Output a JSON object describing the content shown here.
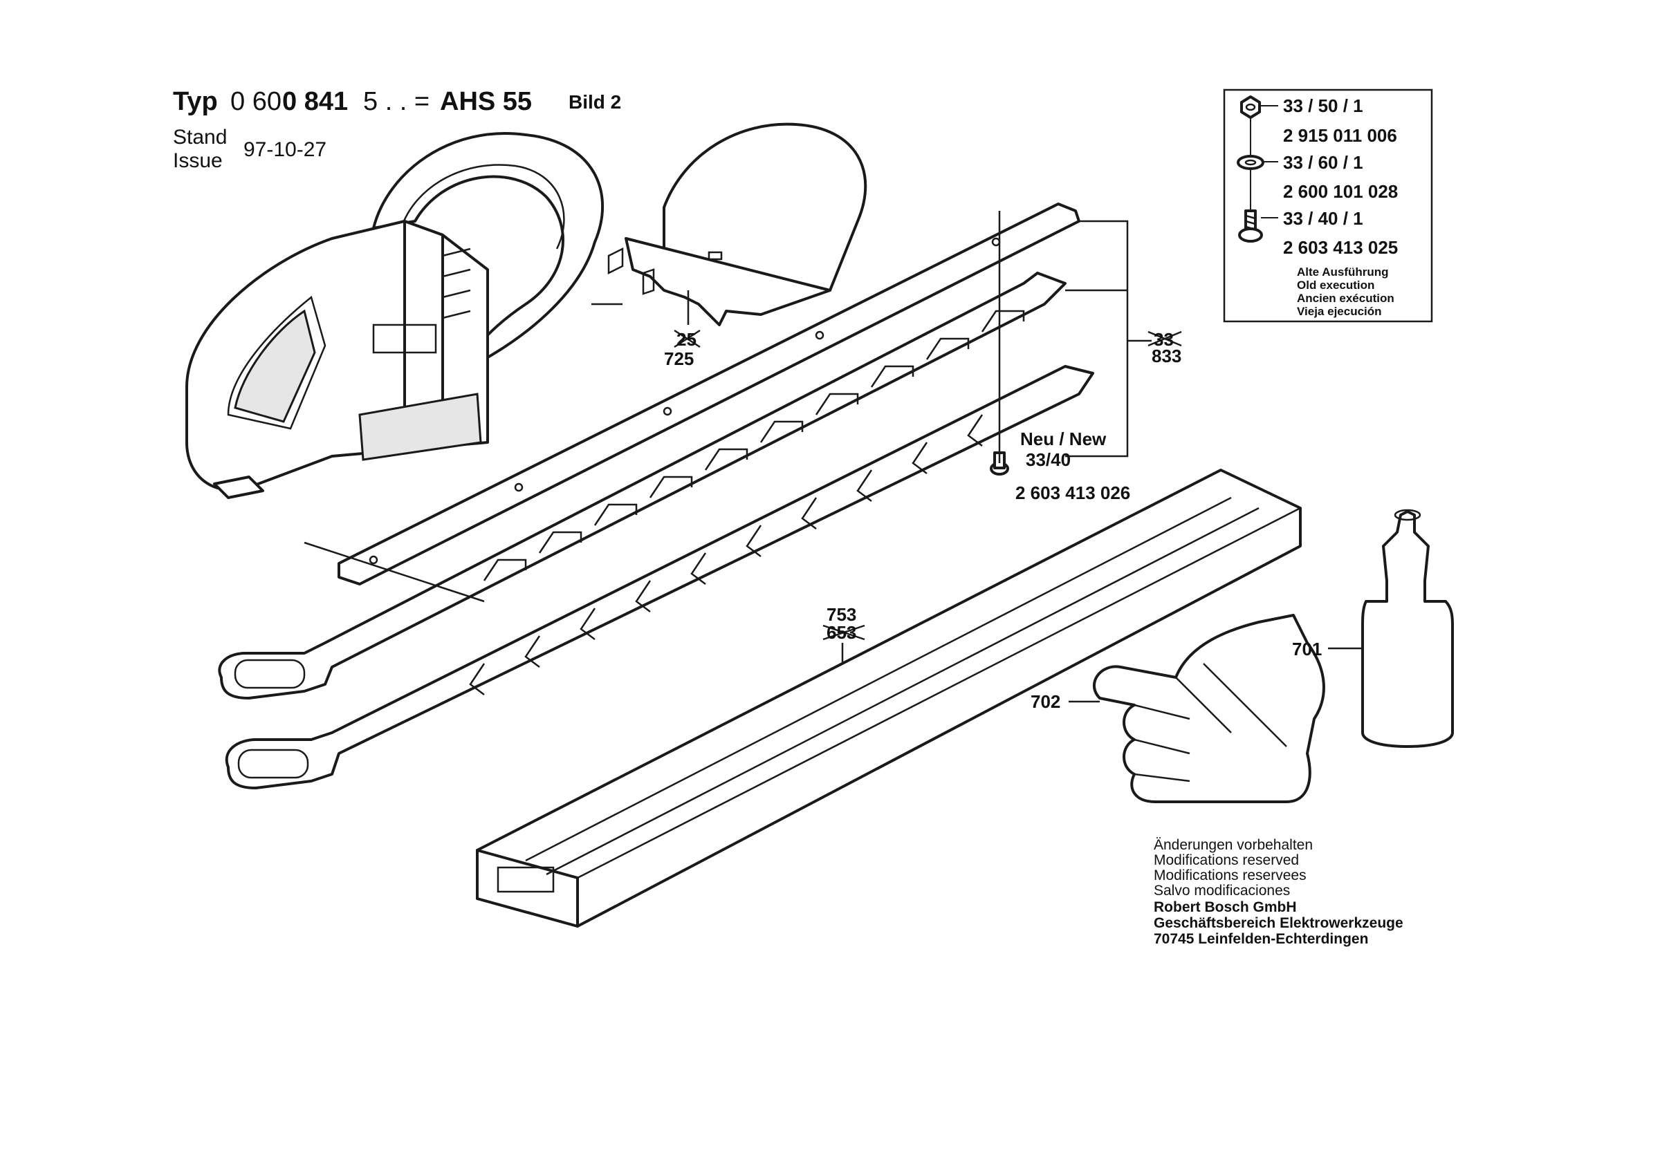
{
  "header": {
    "typ": "Typ",
    "code_a": "0 60",
    "code_b": "0 841",
    "code_c": "5 . . =",
    "model": "AHS 55",
    "bild": "Bild 2",
    "stand_label": "Stand",
    "issue_label": "Issue",
    "date": "97-10-27"
  },
  "legend_box": {
    "items": [
      {
        "ref": "33 / 50 / 1",
        "part_no": "2 915 011 006",
        "icon": "hex-nut-icon"
      },
      {
        "ref": "33 / 60 / 1",
        "part_no": "2 600 101 028",
        "icon": "washer-icon"
      },
      {
        "ref": "33 / 40 / 1",
        "part_no": "2 603 413 025",
        "icon": "screw-icon"
      }
    ],
    "note": [
      "Alte Ausführung",
      "Old execution",
      "Ancien exécution",
      "Vieja ejecución"
    ]
  },
  "callouts": {
    "guard_old": "25",
    "guard_new": "725",
    "blade_old": "33",
    "blade_new": "833",
    "neu_new": "Neu / New",
    "screw_ref": "33/40",
    "screw_part": "2 603 413 026",
    "sheath_new": "753",
    "sheath_old": "653",
    "oil": "701",
    "gloves": "702"
  },
  "footer": {
    "lines": [
      "Änderungen vorbehalten",
      "Modifications reserved",
      "Modifications reservees",
      "Salvo modificaciones"
    ],
    "company": [
      "Robert Bosch GmbH",
      "Geschäftsbereich Elektrowerkzeuge",
      "70745 Leinfelden-Echterdingen"
    ]
  }
}
